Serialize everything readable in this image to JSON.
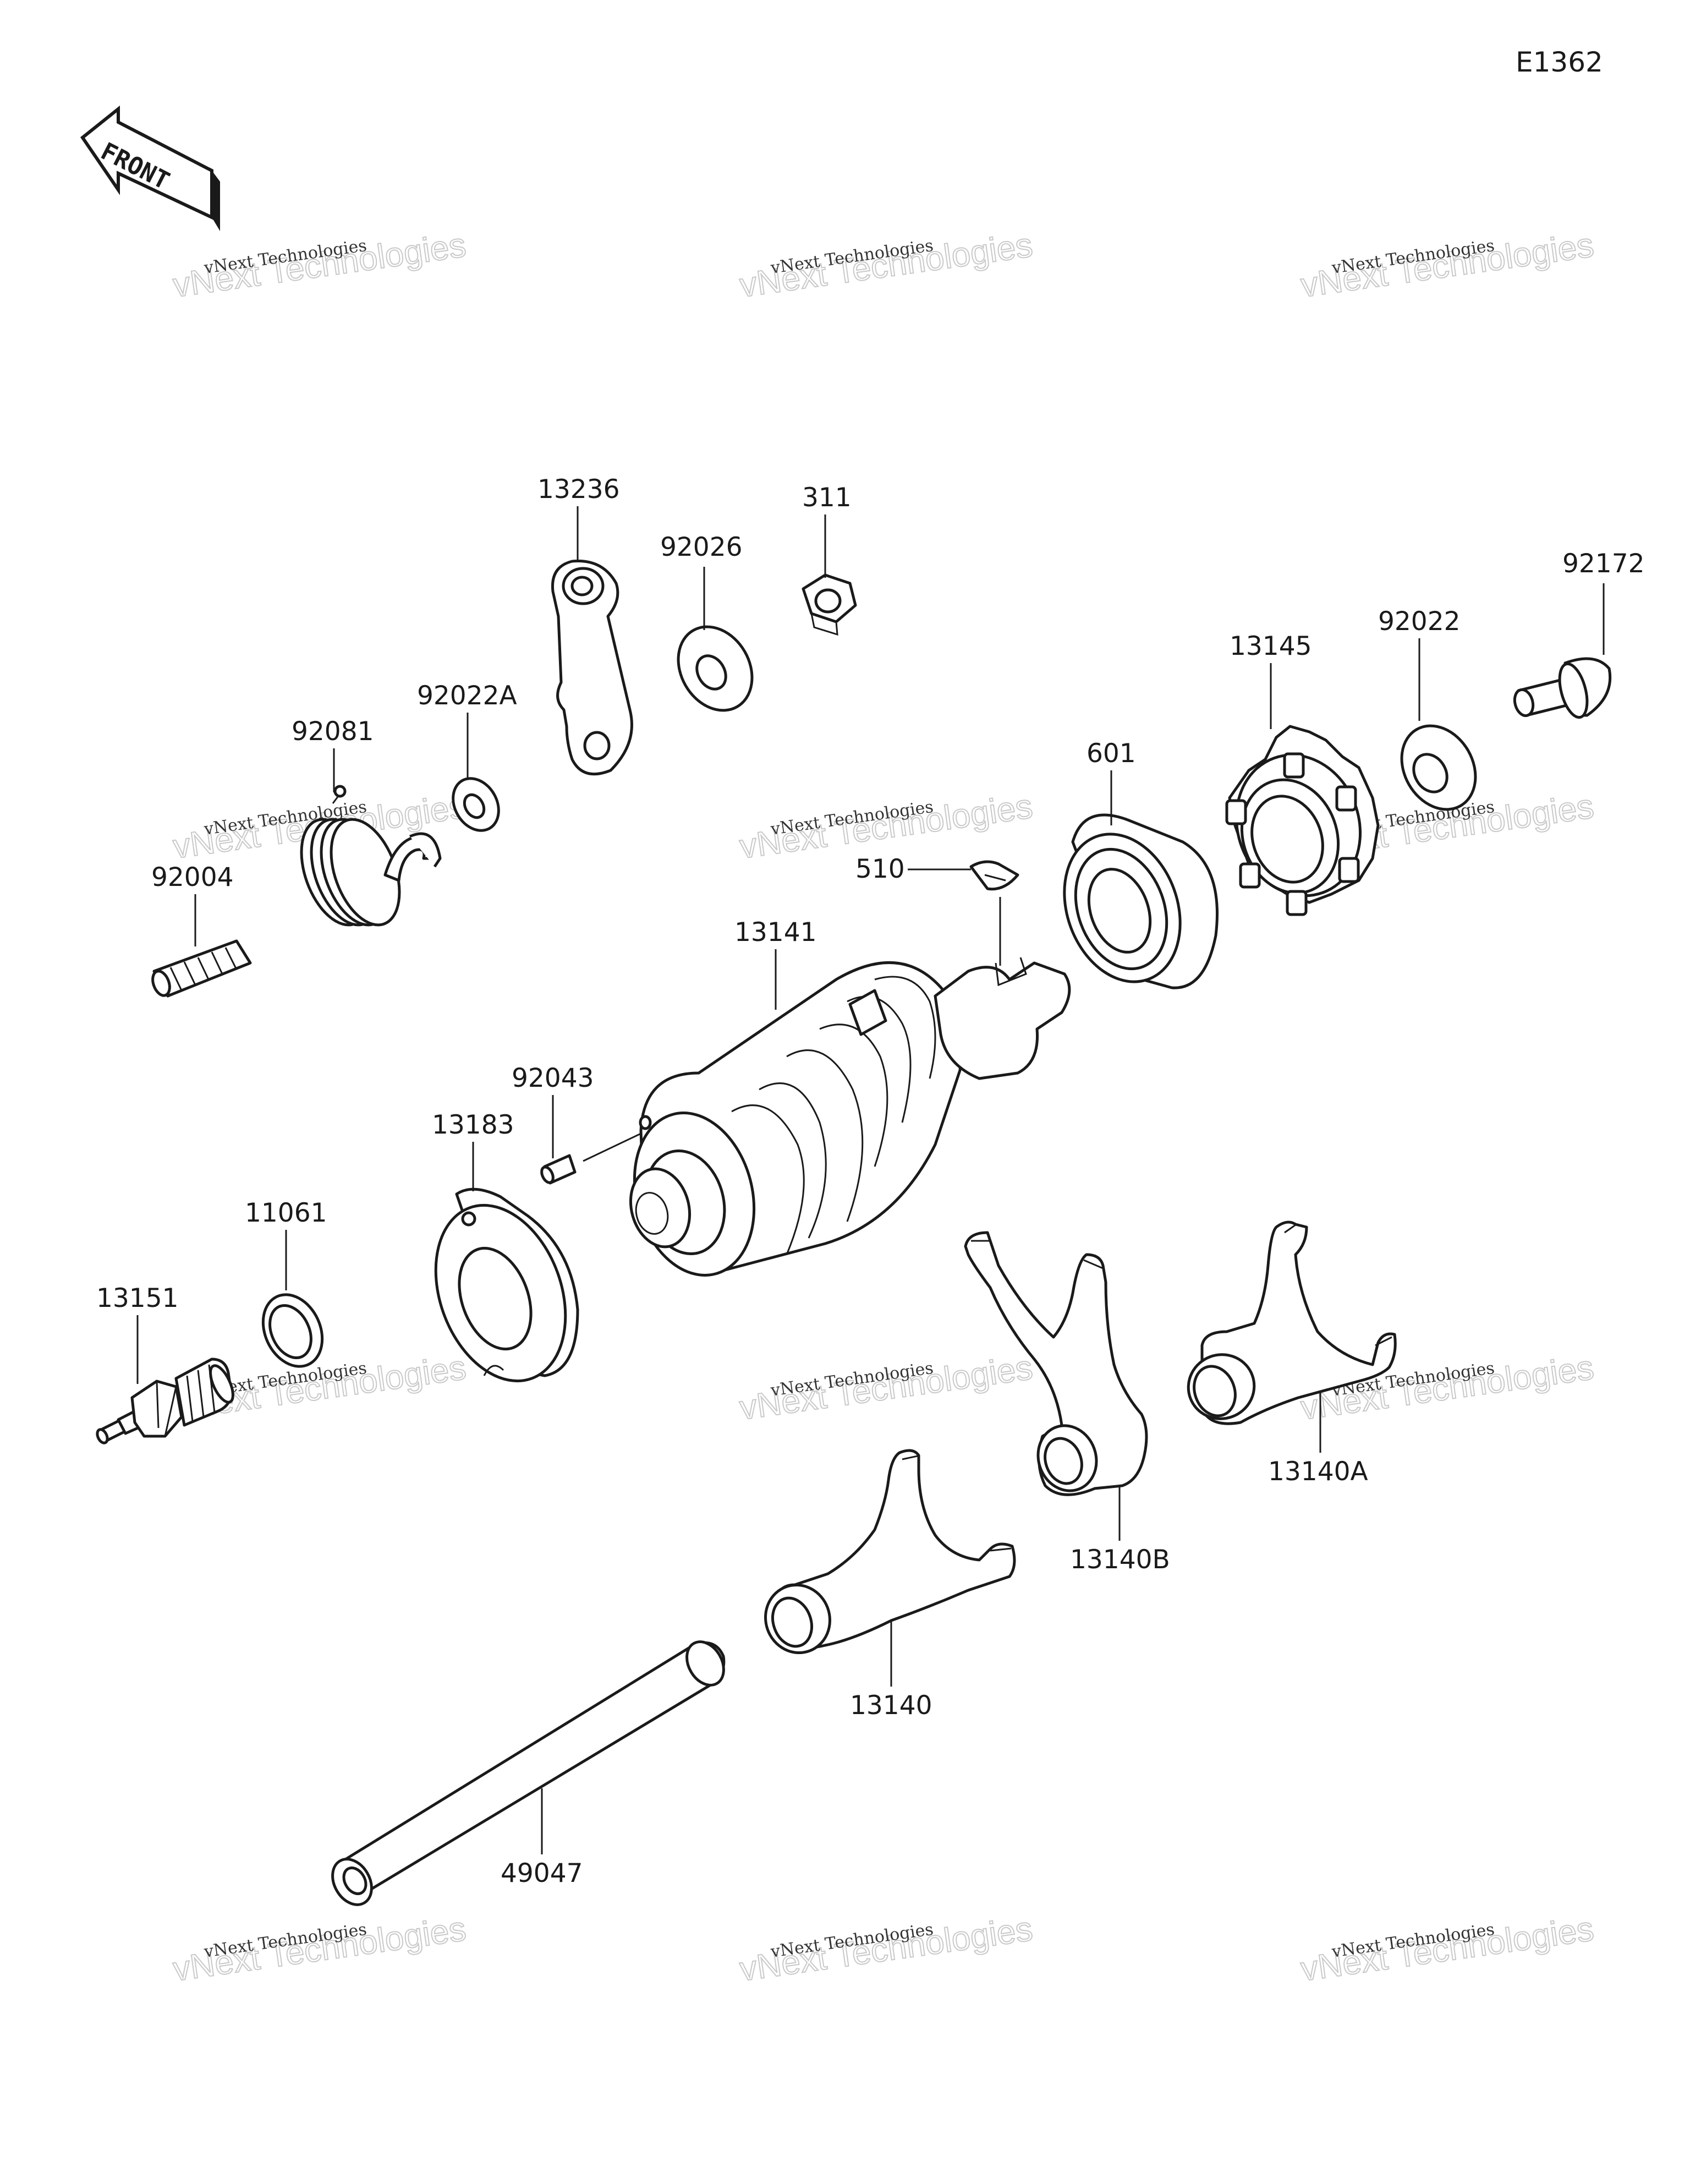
{
  "diagram_code": "E1362",
  "orientation_label": "FRONT",
  "watermark": {
    "line1": "vNext Technologies",
    "line2": "vNext Technologies"
  },
  "parts": [
    {
      "id": "13236"
    },
    {
      "id": "311"
    },
    {
      "id": "92026"
    },
    {
      "id": "92172"
    },
    {
      "id": "92081"
    },
    {
      "id": "92022A"
    },
    {
      "id": "13145"
    },
    {
      "id": "92022"
    },
    {
      "id": "601"
    },
    {
      "id": "510"
    },
    {
      "id": "92004"
    },
    {
      "id": "13141"
    },
    {
      "id": "92043"
    },
    {
      "id": "13183"
    },
    {
      "id": "11061"
    },
    {
      "id": "13151"
    },
    {
      "id": "13140A"
    },
    {
      "id": "13140B"
    },
    {
      "id": "13140"
    },
    {
      "id": "49047"
    }
  ]
}
